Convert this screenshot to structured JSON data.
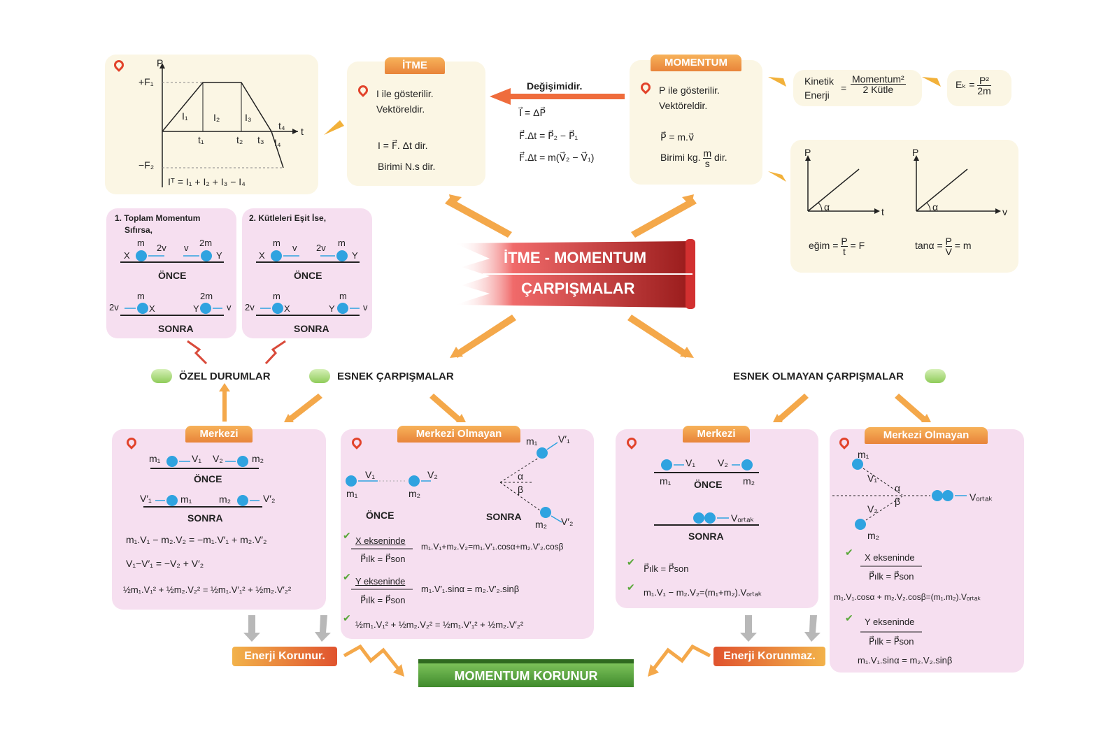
{
  "impulse_graph": {
    "p_axis": "P",
    "t_axis": "t",
    "plus_f": "+F₁",
    "minus_f": "−F₂",
    "areas": [
      "I₁",
      "I₂",
      "I₃",
      "I₄"
    ],
    "ticks": [
      "t₁",
      "t₂",
      "t₃",
      "t₄"
    ],
    "i4_label": "I₄",
    "formula": "Iᵀ = I₁ + I₂ + I₃ − I₄"
  },
  "itme": {
    "tab": "İTME",
    "line1": "I ile gösterilir.",
    "line2": "Vektöreldir.",
    "formula": "I = F⃗. Δt dir.",
    "unit": "Birimi N.s dir."
  },
  "change": {
    "label": "Değişimidir.",
    "eq1": "I⃗ = ΔP⃗",
    "eq2": "F⃗.Δt = P⃗₂ − P⃗₁",
    "eq3": "F⃗.Δt = m(V⃗₂ − V⃗₁)"
  },
  "momentum": {
    "tab": "MOMENTUM",
    "line1": "P ile gösterilir.",
    "line2": "Vektöreldir.",
    "formula": "P⃗ = m.v⃗",
    "unit_pre": "Birimi kg.",
    "unit_num": "m",
    "unit_den": "s",
    "unit_post": "dir."
  },
  "kinetic": {
    "label1": "Kinetik",
    "label2": "Enerji",
    "num": "Momentum²",
    "den": "2 Kütle",
    "ek": "Eₖ =",
    "ek_num": "P²",
    "ek_den": "2m"
  },
  "graphs": {
    "p": "P",
    "t": "t",
    "v": "v",
    "alpha": "α",
    "slope_pre": "eğim =",
    "slope_num": "P",
    "slope_den": "t",
    "slope_post": "= F",
    "tan_pre": "tanα =",
    "tan_num": "P",
    "tan_den": "V",
    "tan_post": "= m"
  },
  "center": {
    "line1": "İTME - MOMENTUM",
    "line2": "ÇARPIŞMALAR"
  },
  "special": {
    "c1_title1": "1. Toplam Momentum",
    "c1_title2": "Sıfırsa,",
    "c1_top": [
      "m",
      "2v",
      "v",
      "2m"
    ],
    "c1_bottom": [
      "m",
      "2m"
    ],
    "c1_bottom_v": [
      "2v",
      "v"
    ],
    "c2_title": "2. Kütleleri Eşit İse,",
    "c2_top": [
      "m",
      "v",
      "2v",
      "m"
    ],
    "c2_bottom": [
      "m",
      "m"
    ],
    "c2_bottom_v": [
      "2v",
      "v"
    ],
    "x": "X",
    "y": "Y",
    "once": "ÖNCE",
    "sonra": "SONRA"
  },
  "categories": {
    "ozel": "ÖZEL DURUMLAR",
    "esnek": "ESNEK ÇARPIŞMALAR",
    "esnek_olmayan": "ESNEK OLMAYAN ÇARPIŞMALAR"
  },
  "elastic_central": {
    "tab": "Merkezi",
    "m1": "m₁",
    "m2": "m₂",
    "v1": "V₁",
    "v2": "V₂",
    "v1p": "V′₁",
    "v2p": "V′₂",
    "once": "ÖNCE",
    "sonra": "SONRA",
    "eq1": "m₁.V₁ − m₂.V₂ = −m₁.V′₁ + m₂.V′₂",
    "eq2": "V₁−V′₁ = −V₂ + V′₂",
    "eq3": "½m₁.V₁² + ½m₂.V₂² = ½m₁.V′₁² + ½m₂.V′₂²"
  },
  "elastic_oblique": {
    "tab": "Merkezi Olmayan",
    "m1": "m₁",
    "m2": "m₂",
    "v1": "V₁",
    "v2": "V₂",
    "v1p": "V′₁",
    "v2p": "V′₂",
    "alpha": "α",
    "beta": "β",
    "once": "ÖNCE",
    "sonra": "SONRA",
    "x_axis": "X ekseninde",
    "p_eq": "P⃗ılk = P⃗son",
    "x_eq": "m₁.V₁+m₂.V₂=m₁.V′₁.cosα+m₂.V′₂.cosβ",
    "y_axis": "Y ekseninde",
    "y_eq": "m₁.V′₁.sinα = m₂.V′₂.sinβ",
    "energy_eq": "½m₁.V₁² + ½m₂.V₂² = ½m₁.V′₁² + ½m₂.V′₂²"
  },
  "inelastic_central": {
    "tab": "Merkezi",
    "m1": "m₁",
    "m2": "m₂",
    "v1": "V₁",
    "v2": "V₂",
    "vortak": "Vₒᵣₜₐₖ",
    "once": "ÖNCE",
    "sonra": "SONRA",
    "p_eq": "P⃗ılk = P⃗son",
    "eq": "m₁.V₁ − m₂.V₂=(m₁+m₂).Vₒᵣₜₐₖ"
  },
  "inelastic_oblique": {
    "tab": "Merkezi Olmayan",
    "m1": "m₁",
    "m2": "m₂",
    "v1": "V₁",
    "v2": "V₂",
    "alpha": "α",
    "beta": "β",
    "vortak": "Vₒᵣₜₐₖ",
    "x_axis": "X ekseninde",
    "p_eq": "P⃗ılk = P⃗son",
    "x_eq": "m₁.V₁.cosα + m₂.V₂.cosβ=(m₁.m₂).Vₒᵣₜₐₖ",
    "y_axis": "Y ekseninde",
    "y_eq": "m₁.V₁.sinα = m₂.V₂.sinβ"
  },
  "footer": {
    "energy_kept": "Enerji Korunur.",
    "energy_not_kept": "Enerji Korunmaz.",
    "momentum_kept": "MOMENTUM KORUNUR"
  },
  "colors": {
    "ball": "#2fa3e0",
    "tab": "#ee8a3a",
    "pin": "#e2432b",
    "banner": "#e23a3a",
    "green": "#5aa83a"
  }
}
